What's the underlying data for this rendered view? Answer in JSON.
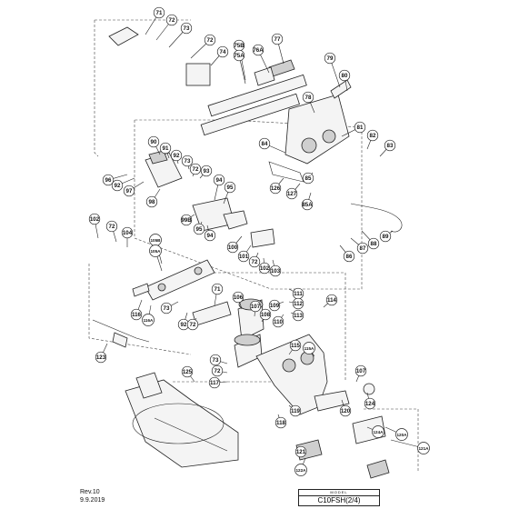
{
  "diagram": {
    "callouts": [
      {
        "label": "71"
      },
      {
        "label": "72"
      },
      {
        "label": "73"
      },
      {
        "label": "72"
      },
      {
        "label": "74"
      },
      {
        "label": "75B"
      },
      {
        "label": "75A"
      },
      {
        "label": "76A"
      },
      {
        "label": "77"
      },
      {
        "label": "79"
      },
      {
        "label": "80"
      },
      {
        "label": "78"
      },
      {
        "label": "81"
      },
      {
        "label": "82"
      },
      {
        "label": "83"
      },
      {
        "label": "84"
      },
      {
        "label": "85"
      },
      {
        "label": "85A"
      },
      {
        "label": "126"
      },
      {
        "label": "127"
      },
      {
        "label": "90"
      },
      {
        "label": "91"
      },
      {
        "label": "92"
      },
      {
        "label": "73"
      },
      {
        "label": "72"
      },
      {
        "label": "93"
      },
      {
        "label": "96"
      },
      {
        "label": "92"
      },
      {
        "label": "97"
      },
      {
        "label": "98"
      },
      {
        "label": "94"
      },
      {
        "label": "95"
      },
      {
        "label": "99B"
      },
      {
        "label": "95"
      },
      {
        "label": "94"
      },
      {
        "label": "100"
      },
      {
        "label": "101"
      },
      {
        "label": "72"
      },
      {
        "label": "102"
      },
      {
        "label": "103"
      },
      {
        "label": "86"
      },
      {
        "label": "87"
      },
      {
        "label": "88"
      },
      {
        "label": "89"
      },
      {
        "label": "102"
      },
      {
        "label": "72"
      },
      {
        "label": "104"
      },
      {
        "label": "105B"
      },
      {
        "label": "105A"
      },
      {
        "label": "116"
      },
      {
        "label": "116A"
      },
      {
        "label": "73"
      },
      {
        "label": "92"
      },
      {
        "label": "71"
      },
      {
        "label": "72"
      },
      {
        "label": "106"
      },
      {
        "label": "107"
      },
      {
        "label": "108"
      },
      {
        "label": "109"
      },
      {
        "label": "111"
      },
      {
        "label": "112"
      },
      {
        "label": "110"
      },
      {
        "label": "113"
      },
      {
        "label": "114"
      },
      {
        "label": "123"
      },
      {
        "label": "115"
      },
      {
        "label": "115A"
      },
      {
        "label": "107"
      },
      {
        "label": "73"
      },
      {
        "label": "72"
      },
      {
        "label": "117"
      },
      {
        "label": "125"
      },
      {
        "label": "124"
      },
      {
        "label": "120"
      },
      {
        "label": "118"
      },
      {
        "label": "119"
      },
      {
        "label": "121"
      },
      {
        "label": "122A"
      },
      {
        "label": "124A"
      },
      {
        "label": "120A"
      },
      {
        "label": "121A"
      }
    ]
  },
  "footer": {
    "revision": "Rev.10",
    "date": "9.9.2019",
    "model_header": "MODEL",
    "model_name": "C10FSH(2/4)"
  }
}
